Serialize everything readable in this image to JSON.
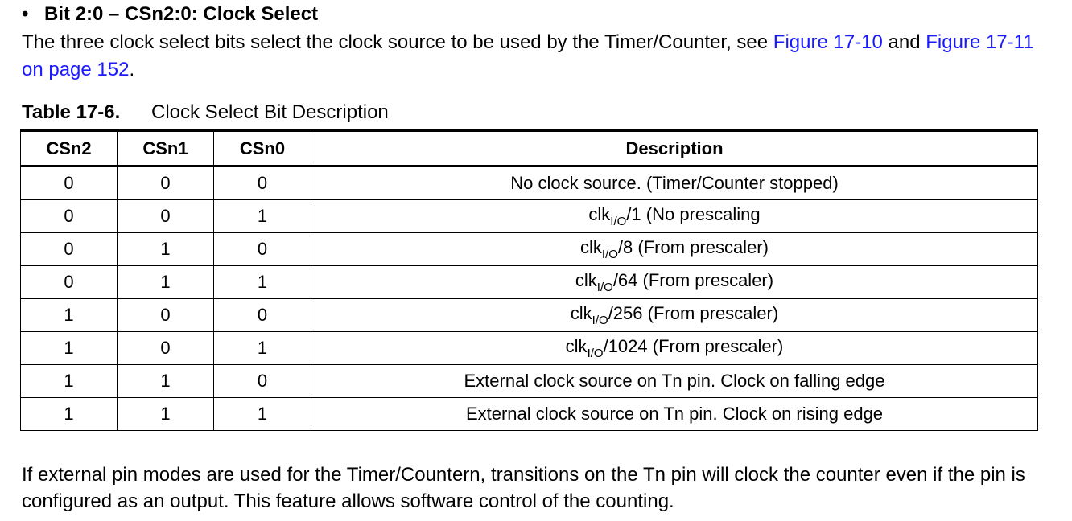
{
  "section": {
    "bullet": "•",
    "heading": "Bit 2:0 – CSn2:0: Clock Select",
    "intro_text": "The three clock select bits select the clock source to be used by the Timer/Counter, see ",
    "link1": "Figure 17-10",
    "and_text": " and ",
    "link2": "Figure 17-11 on page 152",
    "end_text": "."
  },
  "table": {
    "caption_number": "Table 17-6.",
    "caption_title": "Clock Select Bit Description",
    "headers": [
      "CSn2",
      "CSn1",
      "CSn0",
      "Description"
    ],
    "rows": [
      {
        "cs2": "0",
        "cs1": "0",
        "cs0": "0",
        "desc": "No clock source. (Timer/Counter stopped)"
      },
      {
        "cs2": "0",
        "cs1": "0",
        "cs0": "1",
        "desc_pre": "clk",
        "desc_sub": "I/O",
        "desc_post": "/1 (No prescaling"
      },
      {
        "cs2": "0",
        "cs1": "1",
        "cs0": "0",
        "desc_pre": "clk",
        "desc_sub": "I/O",
        "desc_post": "/8 (From prescaler)"
      },
      {
        "cs2": "0",
        "cs1": "1",
        "cs0": "1",
        "desc_pre": "clk",
        "desc_sub": "I/O",
        "desc_post": "/64 (From prescaler)"
      },
      {
        "cs2": "1",
        "cs1": "0",
        "cs0": "0",
        "desc_pre": "clk",
        "desc_sub": "I/O",
        "desc_post": "/256 (From prescaler)"
      },
      {
        "cs2": "1",
        "cs1": "0",
        "cs0": "1",
        "desc_pre": "clk",
        "desc_sub": "I/O",
        "desc_post": "/1024 (From prescaler)"
      },
      {
        "cs2": "1",
        "cs1": "1",
        "cs0": "0",
        "desc": "External clock source on Tn pin. Clock on falling edge"
      },
      {
        "cs2": "1",
        "cs1": "1",
        "cs0": "1",
        "desc": "External clock source on Tn pin. Clock on rising edge"
      }
    ]
  },
  "footer_text": "If external pin modes are used for the Timer/Countern, transitions on the Tn pin will clock the counter even if the pin is configured as an output. This feature allows software control of the counting.",
  "colors": {
    "link": "#1a1aff",
    "text": "#000000"
  }
}
